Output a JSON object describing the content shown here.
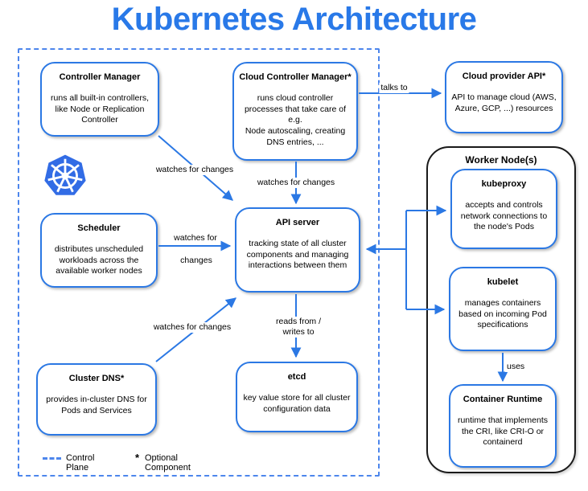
{
  "title": "Kubernetes Architecture",
  "colors": {
    "accent_blue": "#2b78e4",
    "title_blue": "#2979e8",
    "dashed_border_blue": "#4d86ec",
    "logo_blue": "#326ce5",
    "worker_border_black": "#1a1a1a"
  },
  "icons": {
    "kubernetes_logo": "kubernetes-helm-wheel-icon"
  },
  "control_plane": {
    "controller_manager": {
      "title": "Controller Manager",
      "body": "runs all built-in controllers, like Node or Replication Controller"
    },
    "cloud_controller_manager": {
      "title": "Cloud Controller Manager*",
      "body": "runs cloud controller processes that take care of e.g.\nNode autoscaling, creating DNS entries, ..."
    },
    "scheduler": {
      "title": "Scheduler",
      "body": "distributes unscheduled workloads across the available worker nodes"
    },
    "api_server": {
      "title": "API server",
      "body": "tracking state of all cluster components and managing interactions between them"
    },
    "cluster_dns": {
      "title": "Cluster DNS*",
      "body": "provides in-cluster DNS for Pods and Services"
    },
    "etcd": {
      "title": "etcd",
      "body": "key value store for all cluster configuration data"
    }
  },
  "external": {
    "cloud_provider_api": {
      "title": "Cloud provider API*",
      "body": "API to manage cloud (AWS, Azure, GCP, ...) resources"
    }
  },
  "worker_node": {
    "title": "Worker Node(s)",
    "kubeproxy": {
      "title": "kubeproxy",
      "body": "accepts and controls network connections to the node's Pods"
    },
    "kubelet": {
      "title": "kubelet",
      "body": "manages containers based on incoming Pod specifications"
    },
    "container_runtime": {
      "title": "Container Runtime",
      "body": "runtime that implements the CRI, like CRI-O or containerd"
    }
  },
  "edge_labels": {
    "cm_to_api": "watches for changes",
    "ccm_to_api": "watches for changes",
    "ccm_to_cloud_api": "talks to",
    "scheduler_to_api_line1": "watches for",
    "scheduler_to_api_line2": "changes",
    "dns_to_api": "watches for changes",
    "api_to_etcd": "reads from /\nwrites to",
    "kubelet_to_runtime": "uses"
  },
  "legend": {
    "control_plane_label": "Control Plane",
    "optional_marker": "*",
    "optional_label": "Optional Component"
  }
}
